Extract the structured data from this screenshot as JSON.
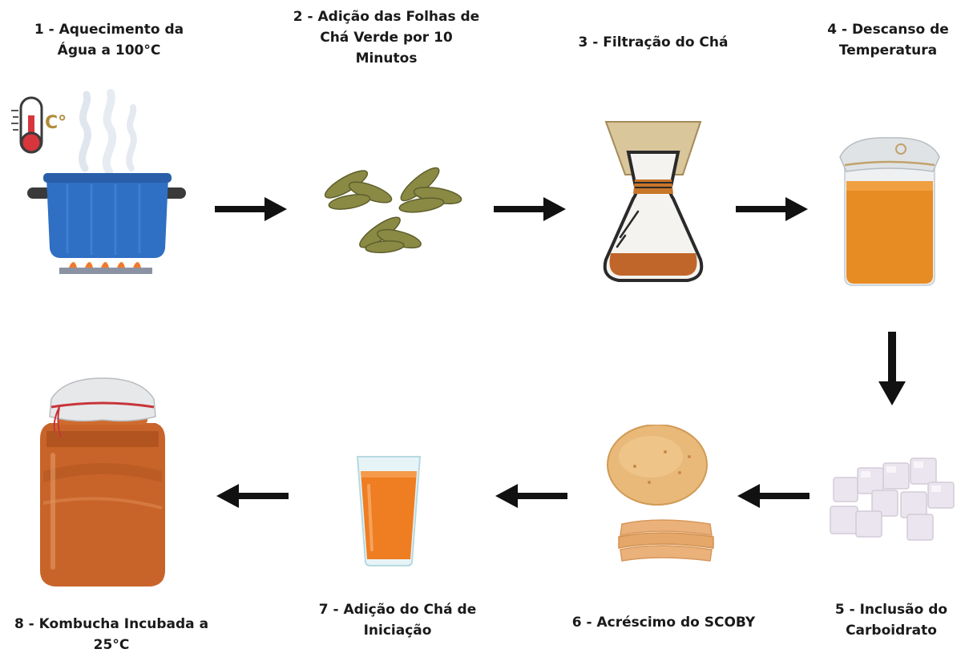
{
  "steps": [
    {
      "number": "1",
      "label": "1 - Aquecimento da\nÁgua a 100°C",
      "icon": "boiling-pot-icon"
    },
    {
      "number": "2",
      "label": "2 - Adição das Folhas de\nChá Verde por 10\nMinutos",
      "icon": "tea-leaves-icon"
    },
    {
      "number": "3",
      "label": "3 - Filtração do Chá",
      "icon": "pour-over-filter-icon"
    },
    {
      "number": "4",
      "label": "4 - Descanso de\nTemperatura",
      "icon": "covered-jar-icon"
    },
    {
      "number": "5",
      "label": "5 - Inclusão do\nCarboidrato",
      "icon": "sugar-cubes-icon"
    },
    {
      "number": "6",
      "label": "6 - Acréscimo do SCOBY",
      "icon": "scoby-icon"
    },
    {
      "number": "7",
      "label": "7 - Adição do Chá de\nIniciação",
      "icon": "glass-of-tea-icon"
    },
    {
      "number": "8",
      "label": "8 - Kombucha Incubada a\n25°C",
      "icon": "kombucha-jar-icon"
    }
  ],
  "thermometer_unit": "C°",
  "colors": {
    "pot": "#2f6fc4",
    "tea": "#e07a1e",
    "leaf": "#8a8a45",
    "sugar": "#e9e4ec",
    "scoby": "#e9b97a",
    "arrow": "#111111"
  }
}
